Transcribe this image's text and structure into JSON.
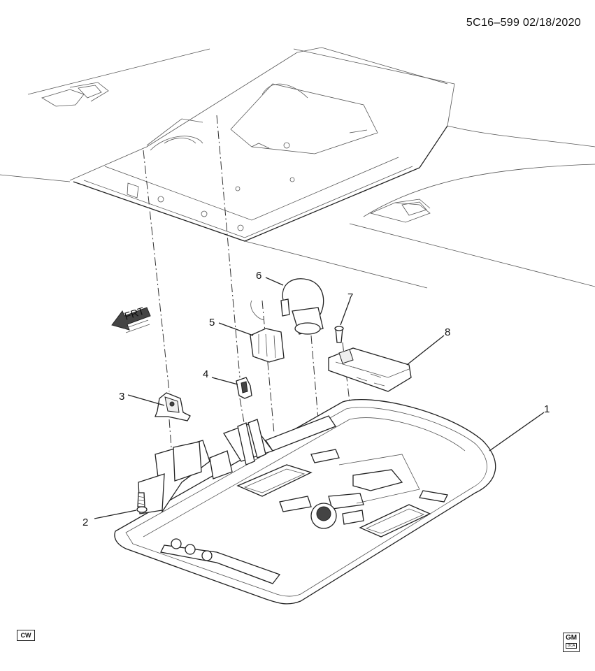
{
  "header": {
    "doc_id": "5C16–599  02/18/2020"
  },
  "direction_label": "FRT",
  "callouts": [
    {
      "num": "1"
    },
    {
      "num": "2"
    },
    {
      "num": "3"
    },
    {
      "num": "4"
    },
    {
      "num": "5"
    },
    {
      "num": "6"
    },
    {
      "num": "7"
    },
    {
      "num": "8"
    }
  ],
  "footer": {
    "cw_label": "CW",
    "brand_logo": "GM",
    "brand_sub": "DCA"
  }
}
